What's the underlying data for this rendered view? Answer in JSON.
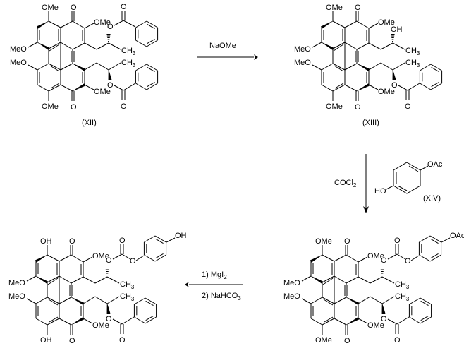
{
  "scheme": {
    "title": "",
    "compounds": [
      {
        "id": "XII",
        "label": "(XII)",
        "top_substituent": "OMe",
        "side_top": "OMe",
        "side_bottom": "OMe",
        "bottom_substituent": "OMe",
        "left_top": "MeO",
        "left_bottom": "MeO",
        "upper_chain_group": "benzoate",
        "lower_chain_group": "benzoate",
        "upper_O": "O",
        "lower_O": "O",
        "methyl": "CH",
        "methyl_sub": "3",
        "carbonyl_O": "O"
      },
      {
        "id": "XIII",
        "label": "(XIII)",
        "top_substituent": "OMe",
        "side_top": "OMe",
        "side_bottom": "OMe",
        "bottom_substituent": "OMe",
        "left_top": "MeO",
        "left_bottom": "MeO",
        "upper_chain_group": "OH",
        "lower_chain_group": "benzoate",
        "upper_O": "OH",
        "lower_O": "O",
        "methyl": "CH",
        "methyl_sub": "3",
        "carbonyl_O": "O"
      },
      {
        "id": "carbonate",
        "label": "",
        "top_substituent": "OMe",
        "side_top": "OMe",
        "side_bottom": "OMe",
        "bottom_substituent": "OMe",
        "left_top": "MeO",
        "left_bottom": "MeO",
        "upper_chain_group": "aryl carbonate (OAc)",
        "lower_chain_group": "benzoate",
        "upper_O": "O",
        "lower_O": "O",
        "methyl": "CH",
        "methyl_sub": "3",
        "carbonyl_O": "O",
        "aryl_substituent": "OAc"
      },
      {
        "id": "product",
        "label": "",
        "top_substituent": "OH",
        "side_top": "OMe",
        "side_bottom": "OMe",
        "bottom_substituent": "OH",
        "left_top": "MeO",
        "left_bottom": "MeO",
        "upper_chain_group": "aryl carbonate (OH)",
        "lower_chain_group": "benzoate",
        "upper_O": "O",
        "lower_O": "O",
        "methyl": "CH",
        "methyl_sub": "3",
        "carbonyl_O": "O",
        "aryl_substituent": "OH"
      }
    ],
    "reagent_XIV": {
      "label": "(XIV)",
      "ho": "HO",
      "oac": "OAc"
    },
    "arrows": [
      {
        "direction": "right",
        "reagent": "NaOMe",
        "from": "XII",
        "to": "XIII"
      },
      {
        "direction": "down",
        "reagent_main": "COCl",
        "reagent_sub": "2",
        "from": "XIII",
        "to": "carbonate"
      },
      {
        "direction": "left",
        "step1": "1) MgI",
        "step1_sub": "2",
        "step2": "2) NaHCO",
        "step2_sub": "3",
        "from": "carbonate",
        "to": "product"
      }
    ]
  }
}
